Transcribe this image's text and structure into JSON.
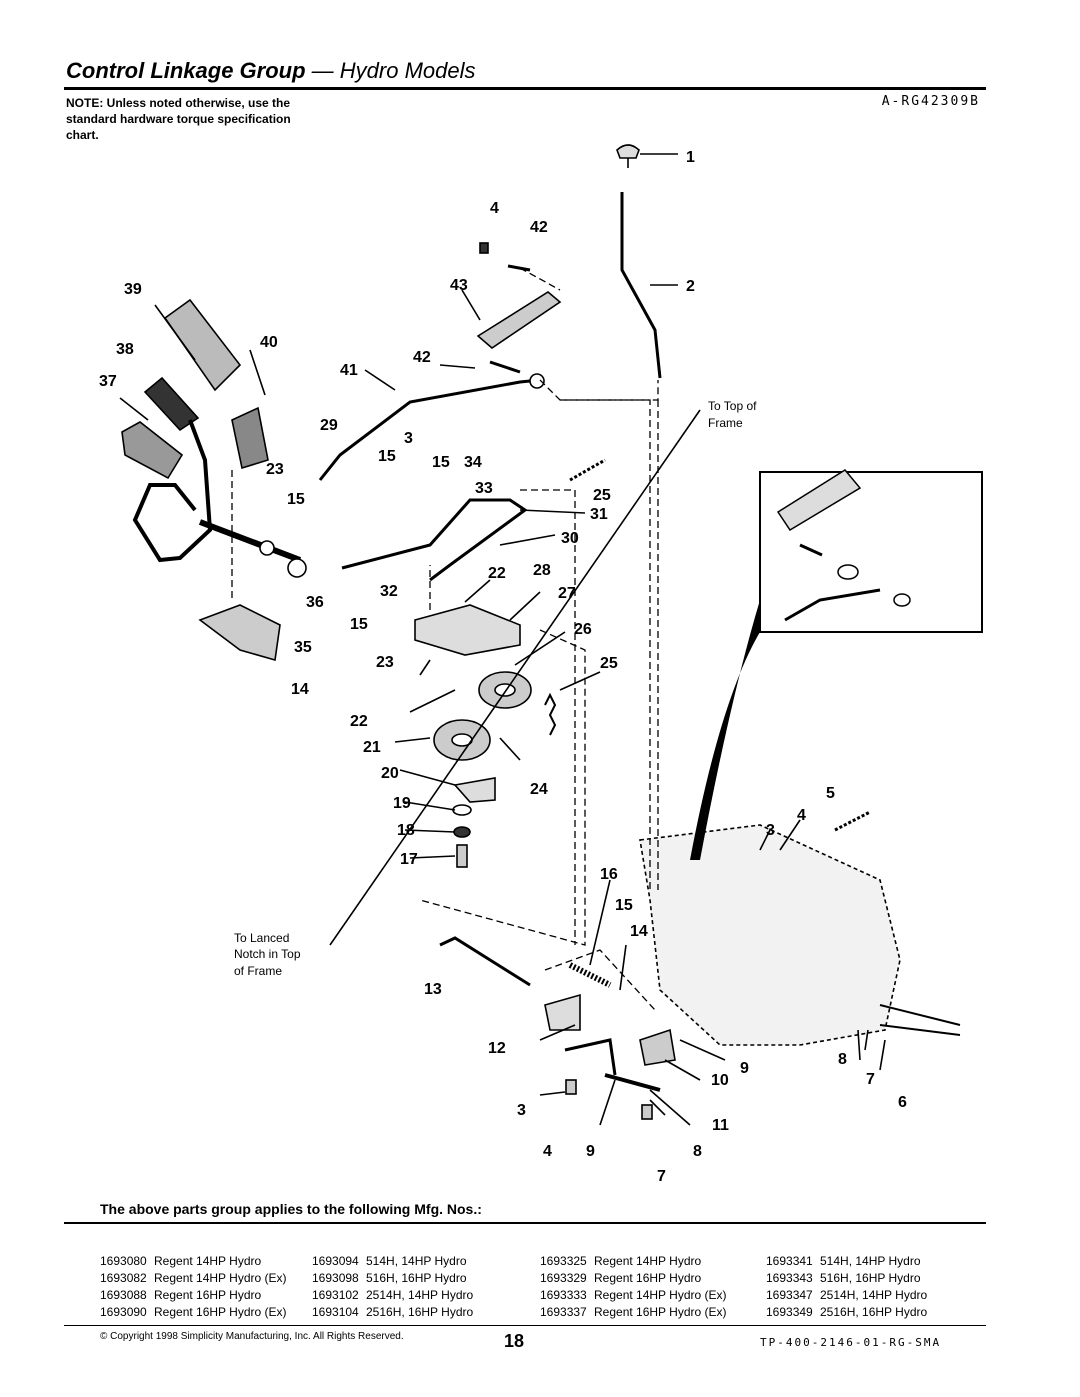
{
  "header": {
    "title_bold": "Control Linkage Group",
    "title_rest": " — Hydro Models",
    "note": "NOTE: Unless noted otherwise, use the standard hardware torque specification chart.",
    "drawing_number": "A-RG42309B"
  },
  "diagram": {
    "annotations": {
      "to_top_of_frame": [
        "To Top of",
        "Frame"
      ],
      "to_lanced_notch": [
        "To Lanced",
        "Notch in Top",
        "of Frame"
      ]
    },
    "callouts": [
      "1",
      "2",
      "4",
      "42",
      "43",
      "42",
      "41",
      "39",
      "38",
      "40",
      "37",
      "29",
      "3",
      "15",
      "15",
      "34",
      "23",
      "33",
      "15",
      "25",
      "31",
      "30",
      "22",
      "28",
      "32",
      "27",
      "36",
      "15",
      "26",
      "35",
      "23",
      "25",
      "14",
      "22",
      "21",
      "20",
      "24",
      "19",
      "18",
      "17",
      "5",
      "3",
      "4",
      "16",
      "15",
      "14",
      "13",
      "12",
      "9",
      "8",
      "10",
      "7",
      "3",
      "6",
      "11",
      "4",
      "9",
      "8",
      "7"
    ]
  },
  "applies": {
    "heading": "The above parts group applies to the following Mfg. Nos.:",
    "columns": [
      [
        [
          "1693080",
          "Regent 14HP Hydro"
        ],
        [
          "1693082",
          "Regent 14HP Hydro (Ex)"
        ],
        [
          "1693088",
          "Regent 16HP Hydro"
        ],
        [
          "1693090",
          "Regent 16HP Hydro (Ex)"
        ]
      ],
      [
        [
          "1693094",
          "514H, 14HP Hydro"
        ],
        [
          "1693098",
          "516H, 16HP Hydro"
        ],
        [
          "1693102",
          "2514H, 14HP Hydro"
        ],
        [
          "1693104",
          "2516H, 16HP Hydro"
        ]
      ],
      [
        [
          "1693325",
          "Regent 14HP Hydro"
        ],
        [
          "1693329",
          "Regent 16HP Hydro"
        ],
        [
          "1693333",
          "Regent 14HP Hydro (Ex)"
        ],
        [
          "1693337",
          "Regent 16HP Hydro (Ex)"
        ]
      ],
      [
        [
          "1693341",
          "514H, 14HP Hydro"
        ],
        [
          "1693343",
          "516H, 16HP Hydro"
        ],
        [
          "1693347",
          "2514H, 14HP Hydro"
        ],
        [
          "1693349",
          "2516H, 16HP Hydro"
        ]
      ]
    ]
  },
  "footer": {
    "copyright": "© Copyright 1998 Simplicity Manufacturing, Inc. All Rights Reserved.",
    "page": "18",
    "doc_number": "TP-400-2146-01-RG-SMA"
  }
}
